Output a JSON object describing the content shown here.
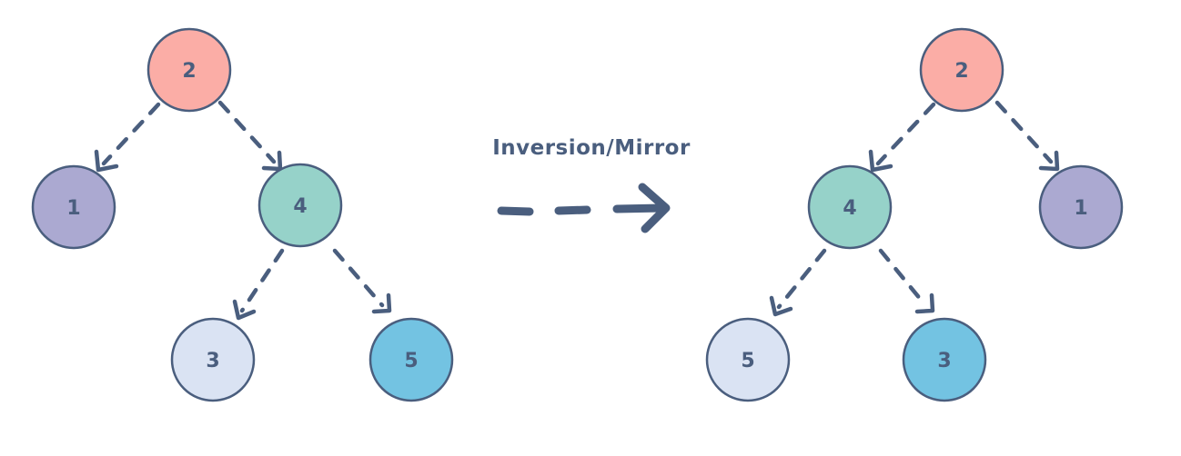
{
  "caption": "Inversion/Mirror",
  "colors": {
    "outline": "#4a5e7e",
    "text": "#4a5e7e",
    "node_2": "#fbada6",
    "node_1": "#aba9d1",
    "node_4": "#96d2c9",
    "node_3_left": "#dae3f3",
    "node_5_left": "#73c3e2",
    "node_5_right": "#dae3f3",
    "node_3_right": "#73c3e2"
  },
  "original_tree": {
    "root": "2",
    "left": "1",
    "right": "4",
    "right_left": "3",
    "right_right": "5"
  },
  "mirrored_tree": {
    "root": "2",
    "left": "4",
    "right": "1",
    "left_left": "5",
    "left_right": "3"
  }
}
